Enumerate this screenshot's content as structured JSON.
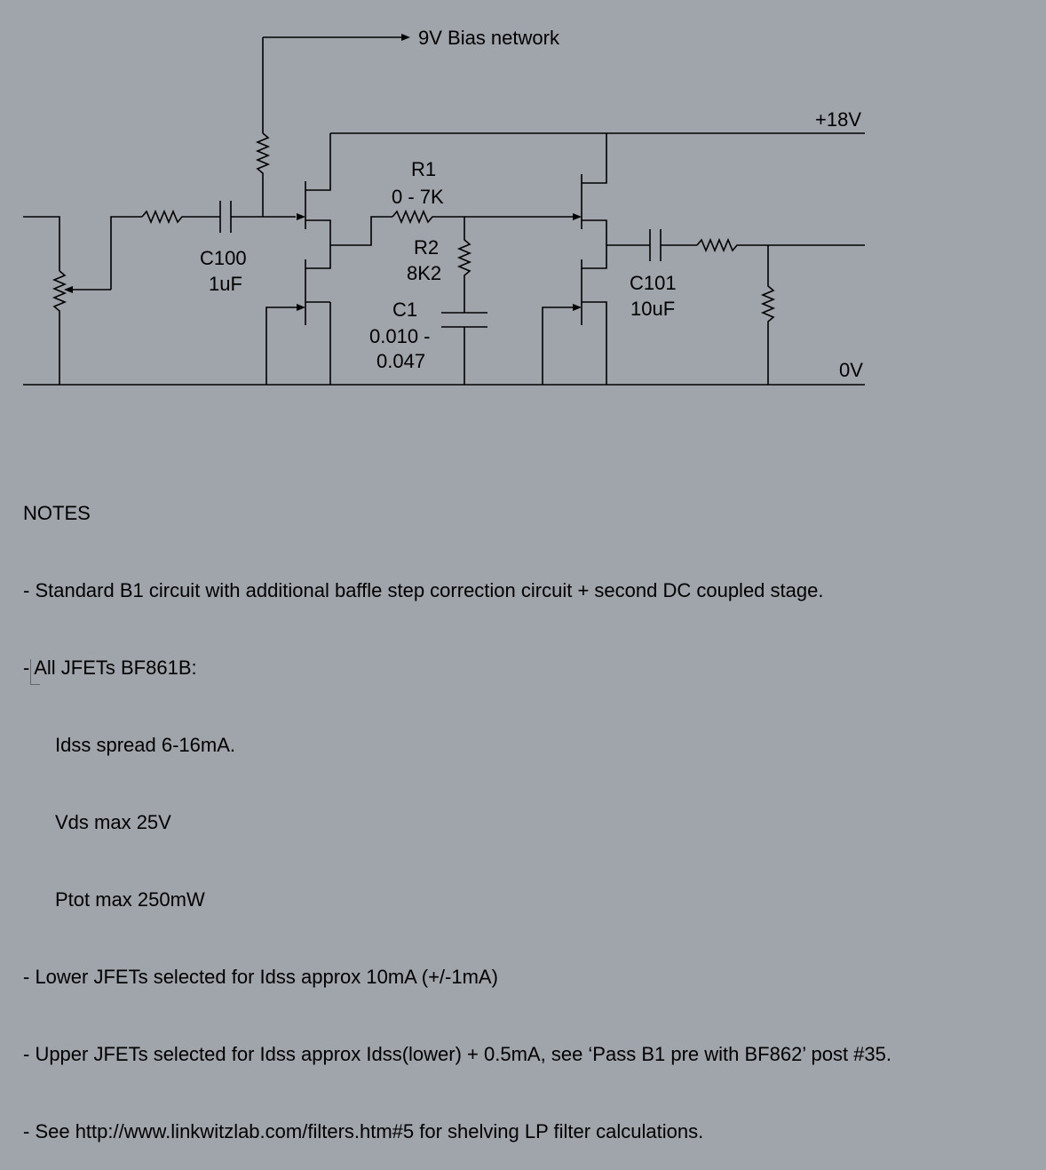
{
  "labels": {
    "bias": "9V Bias network",
    "v18": "+18V",
    "v0": "0V",
    "r1_name": "R1",
    "r1_value": "0 - 7K",
    "r2_name": "R2",
    "r2_value": "8K2",
    "c1_name": "C1",
    "c1_value_line1": "0.010 -",
    "c1_value_line2": "0.047",
    "c100_name": "C100",
    "c100_value": "1uF",
    "c101_name": "C101",
    "c101_value": "10uF"
  },
  "notes": {
    "heading": "NOTES",
    "lines": [
      "- Standard B1 circuit with additional baffle step correction circuit + second DC coupled stage.",
      "- All JFETs BF861B:",
      "Idss spread 6-16mA.",
      "Vds max 25V",
      "Ptot max 250mW",
      "- Lower JFETs selected for Idss approx 10mA (+/-1mA)",
      "- Upper JFETs selected for Idss approx Idss(lower) + 0.5mA, see ‘Pass B1 pre with BF862’ post #35.",
      "- See http://www.linkwitzlab.com/filters.htm#5 for shelving LP filter calculations."
    ]
  }
}
